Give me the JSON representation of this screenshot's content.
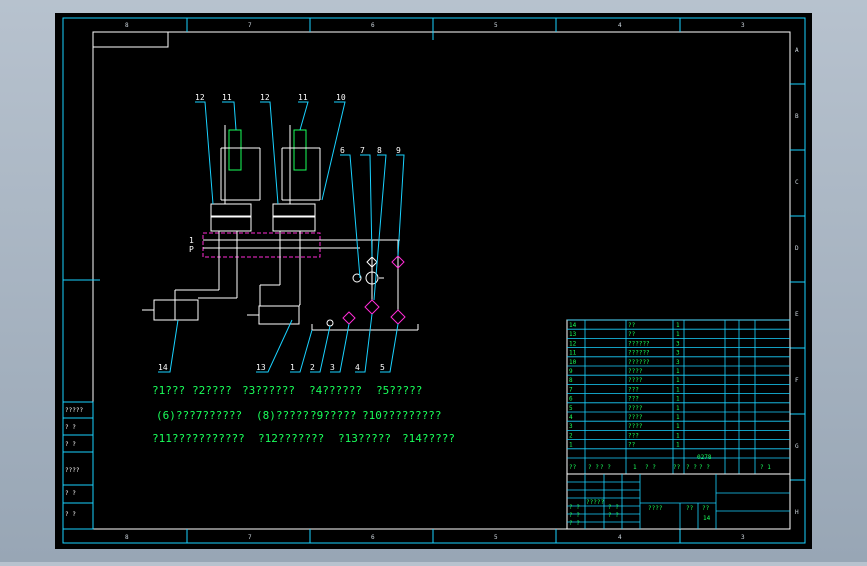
{
  "frame": {
    "top_zone_numbers": [
      "8",
      "7",
      "6",
      "5",
      "4",
      "3"
    ],
    "bottom_zone_numbers": [
      "8",
      "7",
      "6",
      "5",
      "4",
      "3"
    ],
    "right_zone_letters": [
      "A",
      "B",
      "C",
      "D",
      "E",
      "F",
      "G",
      "H"
    ],
    "left_side_labels": [
      "?????",
      "? ?",
      "? ?",
      "????",
      "? ?",
      "? ?"
    ]
  },
  "callouts": {
    "top": [
      "12",
      "11",
      "12",
      "11",
      "10"
    ],
    "mid": [
      "6",
      "7",
      "8",
      "9"
    ],
    "p_label": "1\nP",
    "bottom": [
      "14",
      "13",
      "1",
      "2",
      "3",
      "4",
      "5"
    ]
  },
  "legend": [
    [
      "?1???",
      "?2????",
      "?3??????",
      "?4??????",
      "?5?????"
    ],
    [
      "(6)???7??????",
      "(8)?????",
      "?9?????",
      "?10?????????"
    ],
    [
      "?11???????????",
      "?12???????",
      "?13?????",
      "?14?????"
    ]
  ],
  "parts_table": {
    "rows": [
      [
        "14",
        "??",
        "1"
      ],
      [
        "13",
        "??",
        "1"
      ],
      [
        "12",
        "??????",
        "3"
      ],
      [
        "11",
        "??????",
        "3"
      ],
      [
        "10",
        "??????",
        "3"
      ],
      [
        "9",
        "????",
        "1"
      ],
      [
        "8",
        "????",
        "1"
      ],
      [
        "7",
        "???",
        "1"
      ],
      [
        "6",
        "???",
        "1"
      ],
      [
        "5",
        "????",
        "1"
      ],
      [
        "4",
        "????",
        "1"
      ],
      [
        "3",
        "????",
        "1"
      ],
      [
        "2",
        "???",
        "1"
      ],
      [
        "1",
        "??",
        "1"
      ]
    ],
    "footer": [
      "??",
      "? ?",
      "? ?",
      "1",
      "? ?",
      "??",
      "? ?",
      "? ?",
      "? 1"
    ],
    "stamp": "0278"
  },
  "title_block": {
    "cells": [
      "?????",
      "? ?",
      "? ?",
      "? ?",
      "? ?",
      "? ?",
      "????",
      "??",
      "??",
      "14"
    ]
  }
}
